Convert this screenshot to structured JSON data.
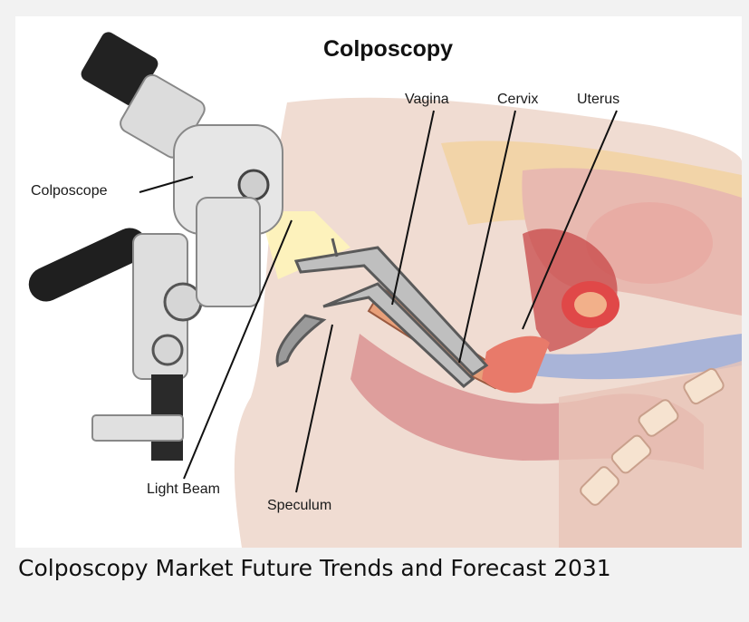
{
  "figure": {
    "title": "Colposcopy",
    "labels": {
      "colposcope": "Colposcope",
      "vagina": "Vagina",
      "cervix": "Cervix",
      "uterus": "Uterus",
      "light_beam": "Light Beam",
      "speculum": "Speculum"
    }
  },
  "caption": "Colposcopy Market Future Trends and Forecast 2031"
}
